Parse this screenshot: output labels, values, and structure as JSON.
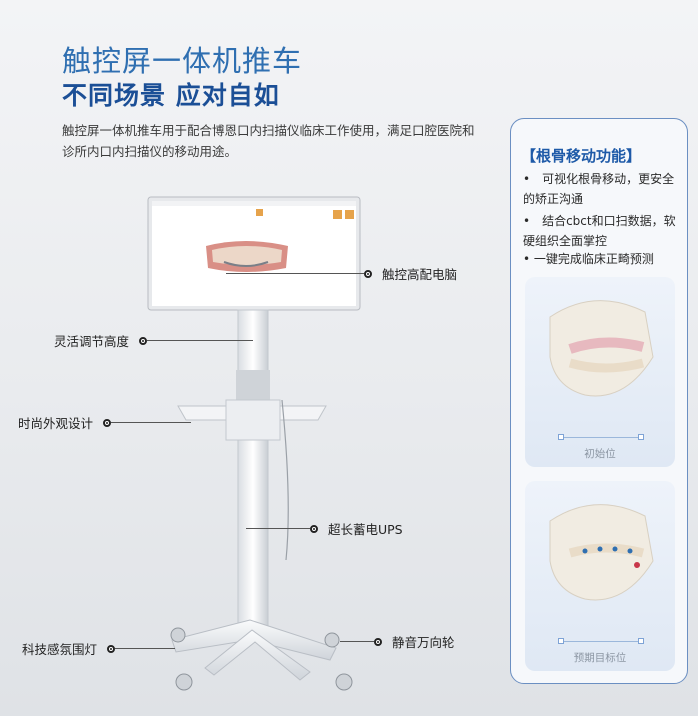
{
  "hero": {
    "title": "触控屏一体机推车",
    "subtitle": "不同场景 应对自如",
    "description": "触控屏一体机推车用于配合博恩口内扫描仪临床工作使用，满足口腔医院和诊所内口内扫描仪的移动用途。"
  },
  "callouts": {
    "touch_pc": "触控高配电脑",
    "height": "灵活调节高度",
    "design": "时尚外观设计",
    "ups": "超长蓄电UPS",
    "light": "科技感氛围灯",
    "wheels": "静音万向轮"
  },
  "panel": {
    "title": "【根骨移动功能】",
    "features": [
      "•　可视化根骨移动，更安全的矫正沟通",
      "•　结合cbct和口扫数据，软硬组织全面掌控",
      "• 一键完成临床正畸预测"
    ],
    "tiles": [
      {
        "caption": "初始位"
      },
      {
        "caption": "预期目标位"
      }
    ]
  },
  "colors": {
    "accent": "#2f6fb1",
    "accent_dark": "#1b4f96",
    "panel_border": "#6b8fc2"
  }
}
